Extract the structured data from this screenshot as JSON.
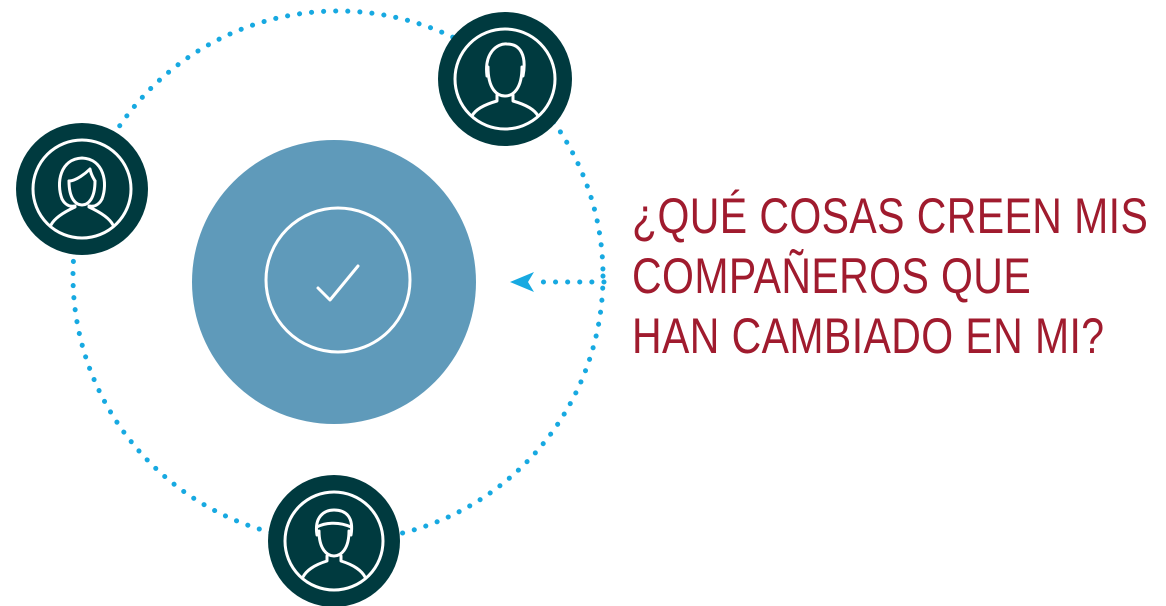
{
  "question": {
    "line1": "¿QUÉ COSAS CREEN MIS",
    "line2": "COMPAÑEROS QUE",
    "line3": "HAN CAMBIADO EN MI?"
  },
  "colors": {
    "dots": "#17a9e1",
    "person_circle": "#003a3f",
    "center_circle": "#5f9aba",
    "icon_stroke": "#ffffff",
    "question_text": "#a01b2e"
  },
  "icons": {
    "person_top_right": "man-avatar-icon",
    "person_left": "woman-avatar-icon",
    "person_bottom": "man-avatar-icon",
    "center": "checkmark-icon",
    "arrow": "arrow-left-icon"
  }
}
